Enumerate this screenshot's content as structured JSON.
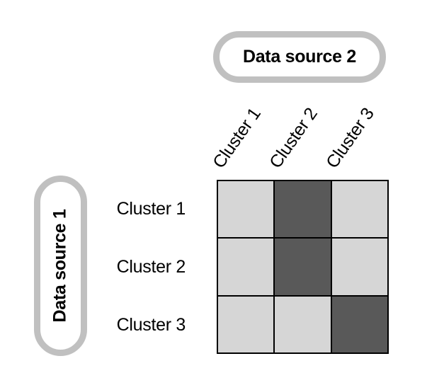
{
  "diagram": {
    "top_source": {
      "label": "Data source 2"
    },
    "left_source": {
      "label": "Data source 1"
    },
    "column_labels": [
      "Cluster 1",
      "Cluster 2",
      "Cluster 3"
    ],
    "row_labels": [
      "Cluster 1",
      "Cluster 2",
      "Cluster 3"
    ],
    "colors": {
      "capsule_border": "#c0c0c0",
      "grid_line": "#000000",
      "cell_light": "#d6d6d6",
      "cell_dark": "#595959"
    }
  },
  "chart_data": {
    "type": "heatmap",
    "title": "",
    "x_axis_label": "Data source 2",
    "y_axis_label": "Data source 1",
    "x_categories": [
      "Cluster 1",
      "Cluster 2",
      "Cluster 3"
    ],
    "y_categories": [
      "Cluster 1",
      "Cluster 2",
      "Cluster 3"
    ],
    "matrix": [
      [
        0,
        1,
        0
      ],
      [
        0,
        1,
        0
      ],
      [
        0,
        0,
        1
      ]
    ],
    "value_colors": {
      "0": "#d6d6d6",
      "1": "#595959"
    }
  }
}
